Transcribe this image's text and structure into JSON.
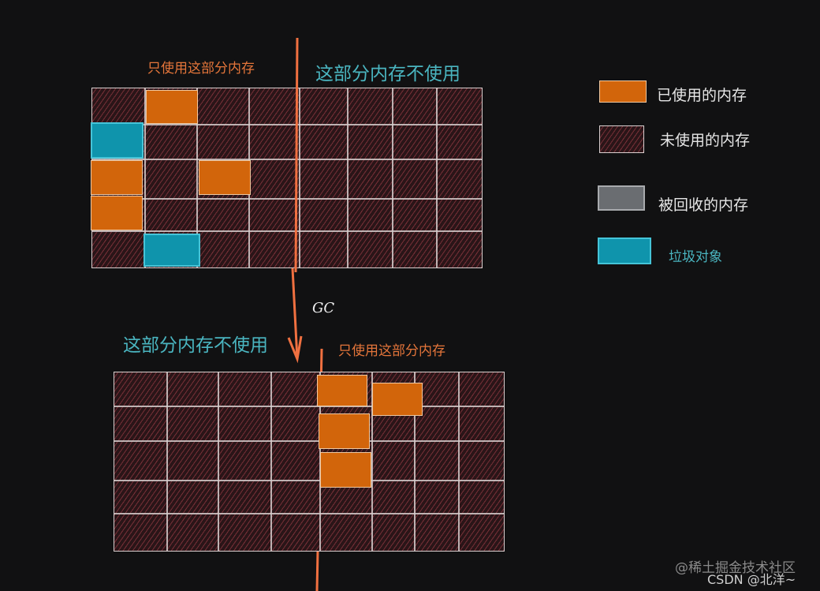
{
  "top": {
    "label_used_only": "只使用这部分内存",
    "label_unused": "这部分内存不使用",
    "grid": {
      "rows": 5,
      "cols": 8
    },
    "blocks": [
      {
        "type": "used",
        "row": 0,
        "col": 1
      },
      {
        "type": "garbage",
        "row": 1,
        "col": 0
      },
      {
        "type": "used",
        "row": 2,
        "col": 0
      },
      {
        "type": "used",
        "row": 2,
        "col": 2
      },
      {
        "type": "used",
        "row": 3,
        "col": 0
      },
      {
        "type": "garbage",
        "row": 4,
        "col": 1
      }
    ]
  },
  "gc_label": "GC",
  "bottom": {
    "label_unused": "这部分内存不使用",
    "label_used_only": "只使用这部分内存",
    "grid": {
      "rows": 5,
      "cols": 8
    },
    "blocks": [
      {
        "type": "used",
        "row": 0,
        "col": 4
      },
      {
        "type": "used",
        "row": 0,
        "col": 5
      },
      {
        "type": "used",
        "row": 1,
        "col": 4
      },
      {
        "type": "used",
        "row": 2,
        "col": 4
      }
    ]
  },
  "legend": {
    "items": [
      {
        "key": "used",
        "label": "已使用的内存",
        "color": "#d2650b"
      },
      {
        "key": "unused",
        "label": "未使用的内存",
        "color": "#2a1518"
      },
      {
        "key": "recycled",
        "label": "被回收的内存",
        "color": "#6a6d71"
      },
      {
        "key": "garbage",
        "label": "垃圾对象",
        "color": "#0f94ac"
      }
    ]
  },
  "watermark": {
    "line1": "@稀土掘金技术社区",
    "line2": "CSDN @北洋~"
  },
  "colors": {
    "accent_line": "#f07040",
    "label_orange": "#e4753a",
    "label_teal": "#4ab5c0"
  }
}
